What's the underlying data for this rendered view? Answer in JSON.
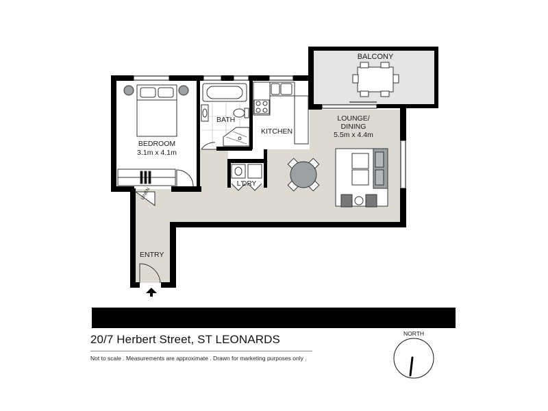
{
  "rooms": {
    "balcony": "BALCONY",
    "bedroom": "BEDROOM",
    "bedroom_size": "3.1m x 4.1m",
    "bath": "BATH",
    "kitchen": "KITCHEN",
    "lounge_line1": "LOUNGE/",
    "lounge_line2": "DINING",
    "lounge_size": "5.5m x 4.4m",
    "laundry": "L'DRY",
    "linen": "LINEN",
    "entry": "ENTRY"
  },
  "footer": {
    "address": "20/7 Herbert Street, ST LEONARDS",
    "disclaimer": "Not to scale . Measurements are approximate . Drawn for marketing purposes only ."
  },
  "compass": {
    "label": "NORTH"
  },
  "colors": {
    "floor": "#dcdad2",
    "wall": "#000000",
    "balcony_floor": "#e3e3e3"
  }
}
